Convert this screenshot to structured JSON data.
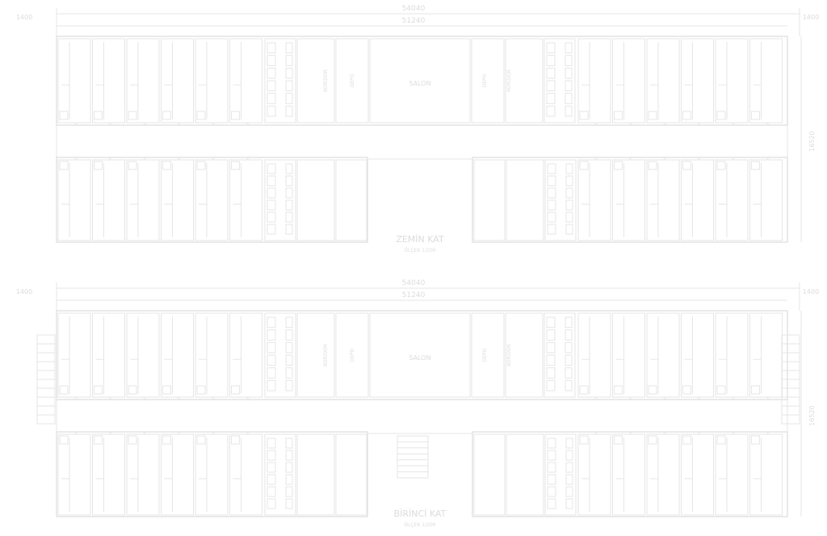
{
  "drawing": {
    "floors": [
      {
        "title": "ZEMİN KAT",
        "subtitle": "ÖLÇEK 1/200",
        "dim_total": "54040",
        "dim_inner": "51240",
        "dim_left": "1400",
        "dim_right": "1400",
        "dim_height": "16520",
        "hall_label": "SALON",
        "room_labels": [
          "KORİDOR",
          "DEPO",
          "DEPO",
          "KORİDOR"
        ],
        "has_side_stairs": false,
        "has_center_stair": false
      },
      {
        "title": "BİRİNCİ KAT",
        "subtitle": "ÖLÇEK 1/200",
        "dim_total": "54040",
        "dim_inner": "51240",
        "dim_left": "1400",
        "dim_right": "1400",
        "dim_height": "16520",
        "hall_label": "SALON",
        "room_labels": [
          "KORİDOR",
          "DEPO",
          "DEPO",
          "KORİDOR"
        ],
        "has_side_stairs": true,
        "has_center_stair": true
      }
    ],
    "colors": {
      "background": "#ffffff",
      "lines": "#e6e6e6",
      "text": "#dcdcdc"
    }
  }
}
